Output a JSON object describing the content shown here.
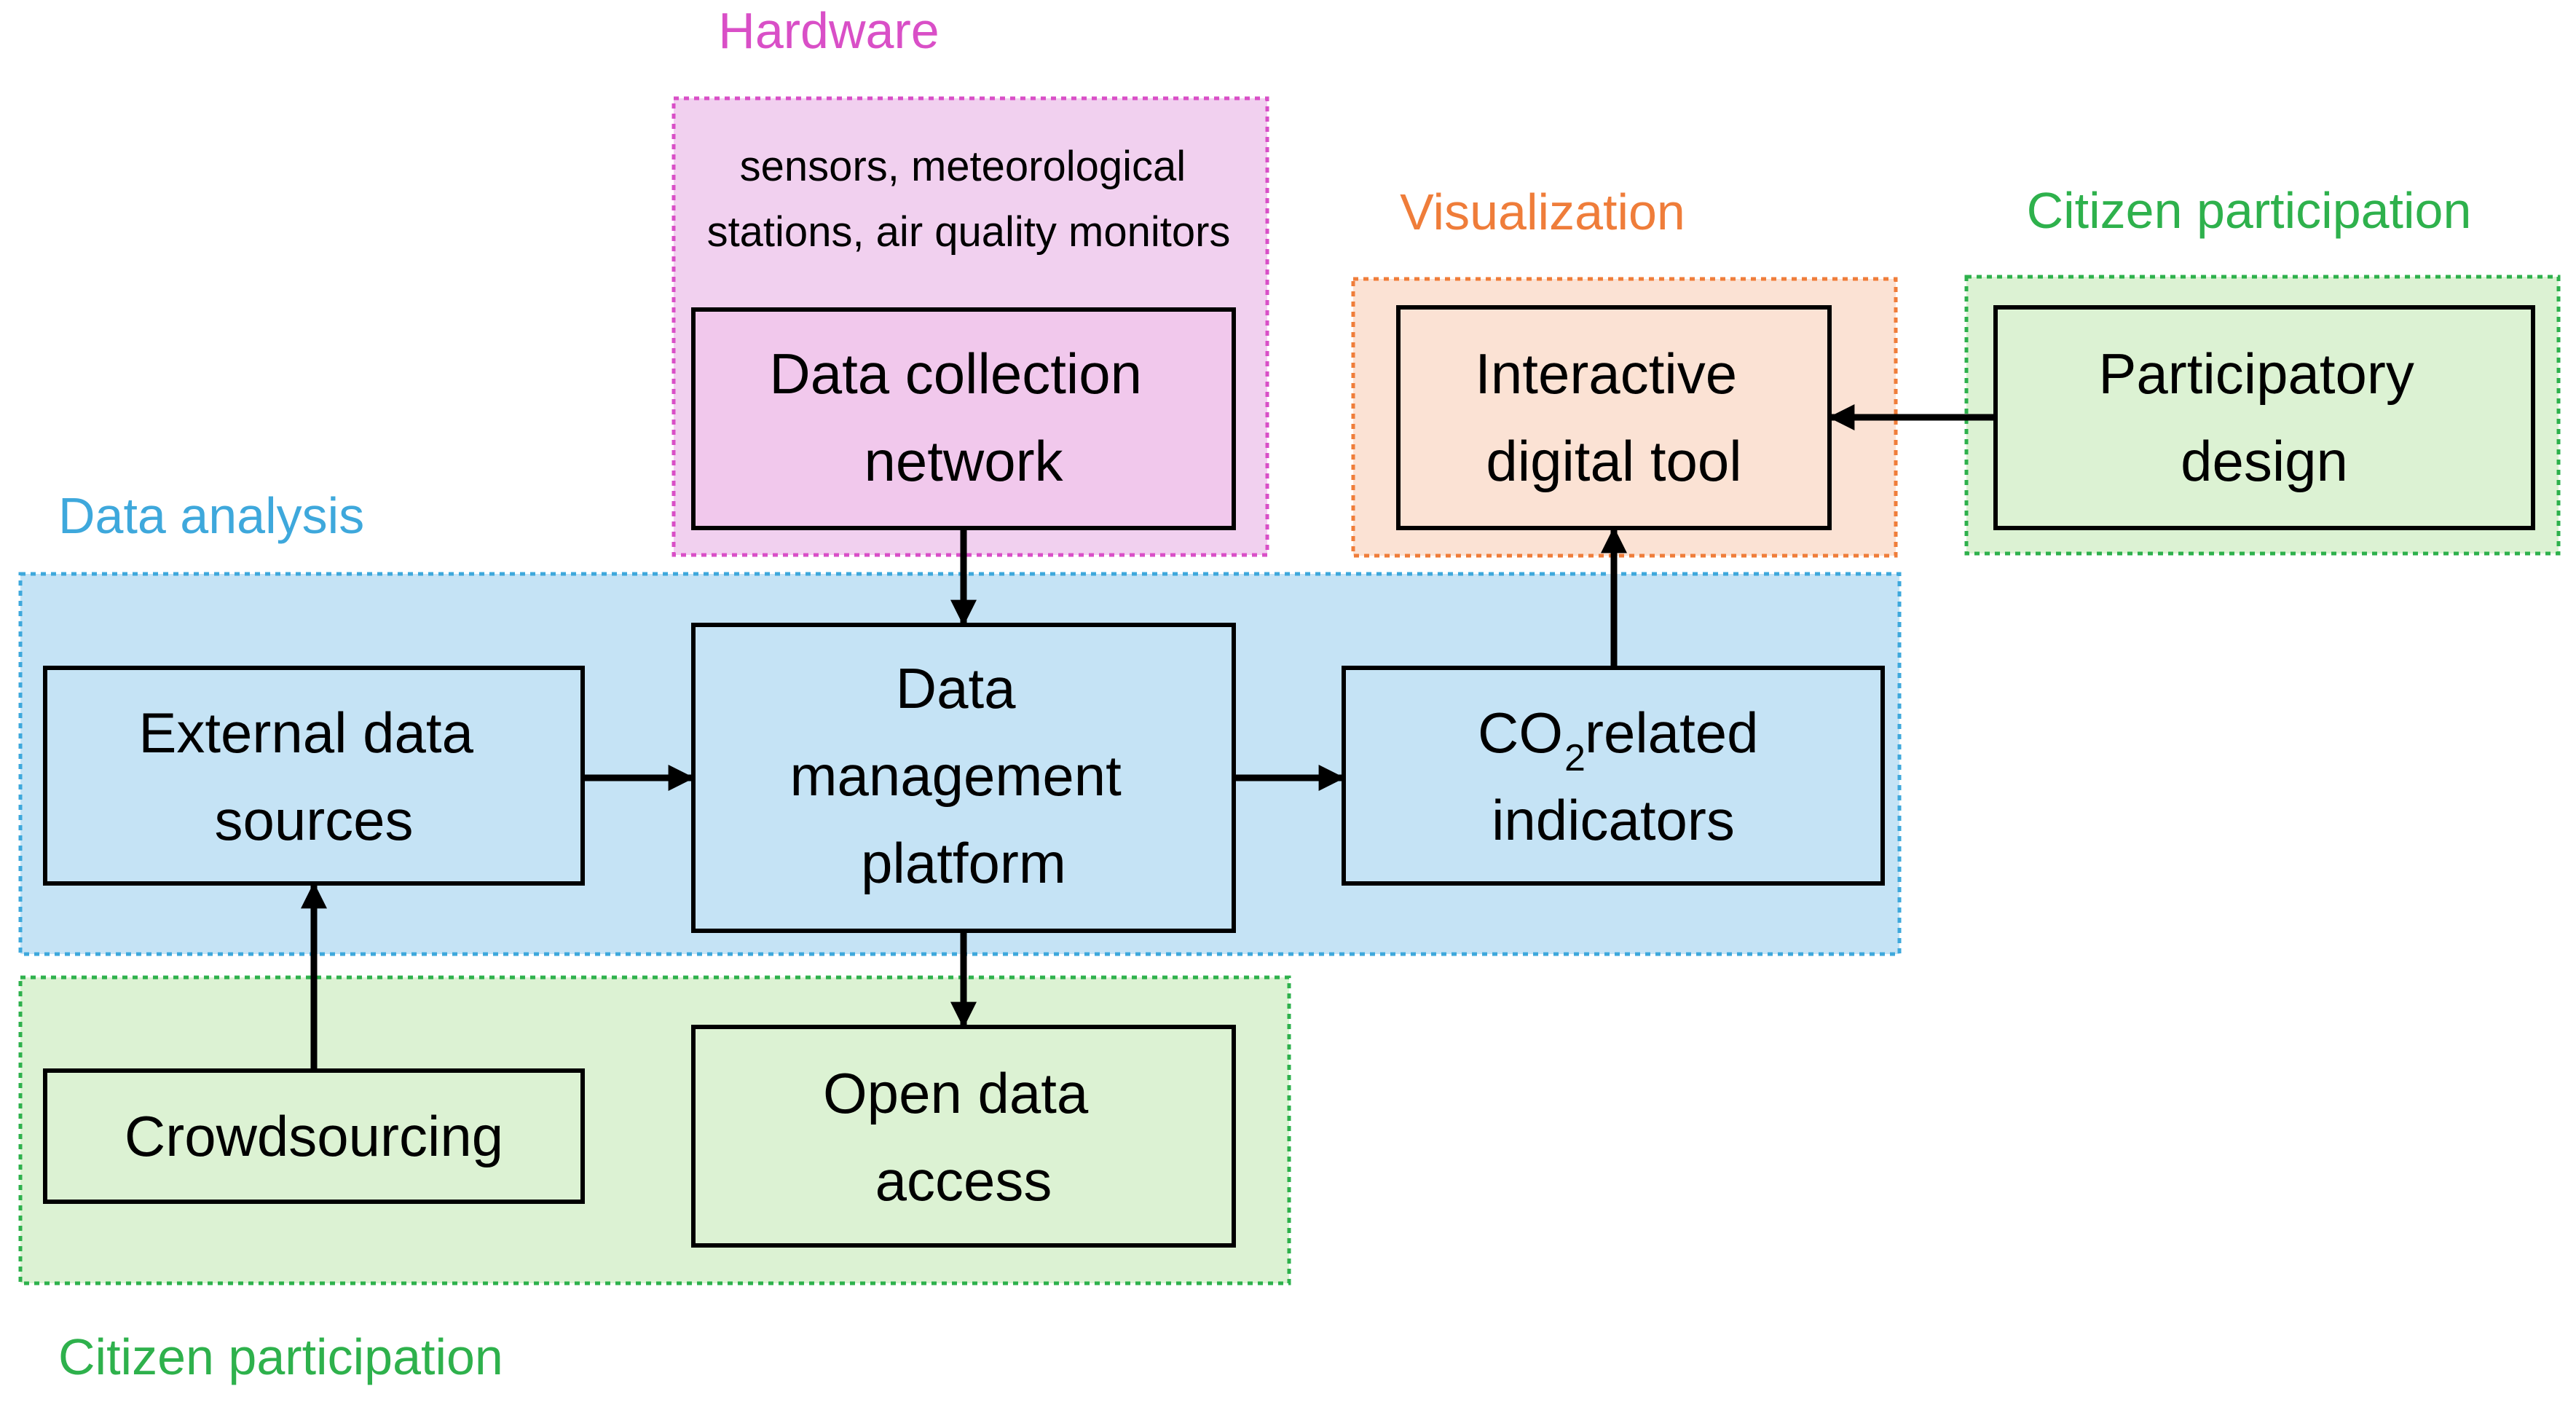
{
  "colors": {
    "hardware": "#d94fc7",
    "data_analysis": "#3ea8dc",
    "visualization": "#ef7d3a",
    "citizen": "#2eb14c",
    "hardware_fill": "#f1d0ef",
    "analysis_fill": "#c5e3f5",
    "visualization_fill": "#fbe2d4",
    "citizen_fill": "#dcf2d3",
    "hardware_node_fill": "#f1c8ec",
    "stroke": "#000000"
  },
  "group_labels": {
    "hardware": "Hardware",
    "visualization": "Visualization",
    "citizen_top": "Citizen participation",
    "data_analysis": "Data analysis",
    "citizen_bottom": "Citizen participation"
  },
  "hardware_note": [
    "sensors, meteorological",
    "stations, air quality monitors"
  ],
  "nodes": {
    "data_collection": [
      "Data collection",
      "network"
    ],
    "interactive_tool": [
      "Interactive",
      "digital tool"
    ],
    "participatory": [
      "Participatory",
      "design"
    ],
    "external_data": [
      "External data",
      "sources"
    ],
    "data_management": [
      "Data",
      "management",
      "platform"
    ],
    "co2_indicators": {
      "line1_prefix": "CO",
      "line1_subscript": "2",
      "line1_suffix": " related",
      "line2": "indicators"
    },
    "crowdsourcing": [
      "Crowdsourcing"
    ],
    "open_data": [
      "Open data",
      "access"
    ]
  }
}
